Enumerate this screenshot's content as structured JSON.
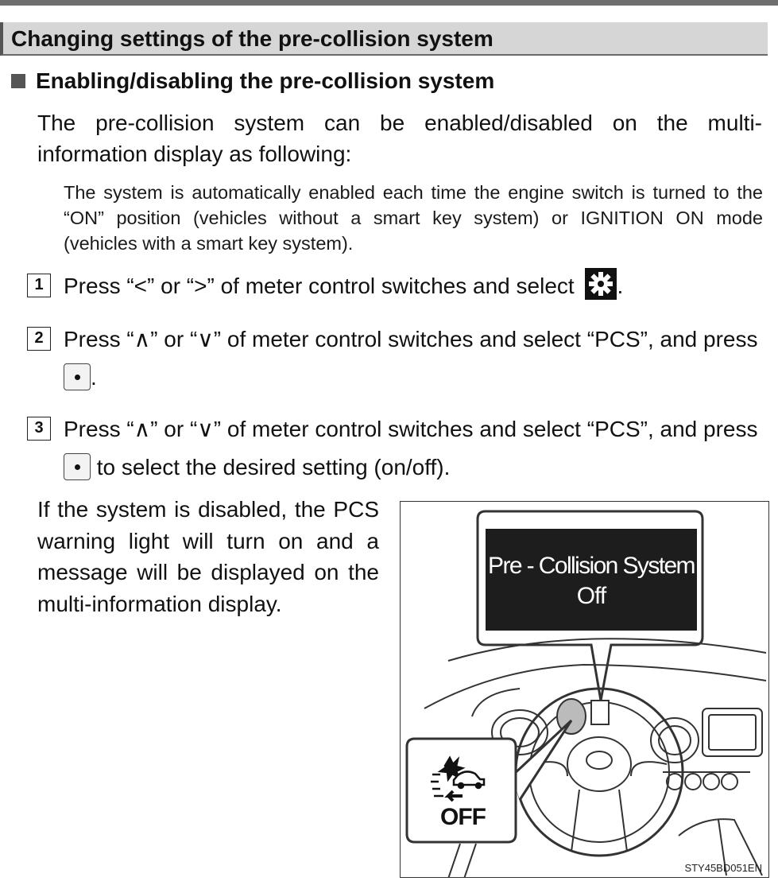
{
  "section": {
    "title": "Changing settings of the pre-collision system"
  },
  "subsection": {
    "title": "Enabling/disabling the pre-collision system"
  },
  "intro": "The pre-collision system can be enabled/disabled on the multi-information display as following:",
  "note": "The system is automatically enabled each time the engine switch is turned to the “ON” position (vehicles without a smart key system) or IGNITION ON mode (vehicles with a smart key system).",
  "steps": [
    {
      "num": "1",
      "text": "Press “<” or “>” of meter control switches and select",
      "end": "."
    },
    {
      "num": "2",
      "text": "Press “∧” or “∨” of meter control switches and select “PCS”, and press",
      "end": "."
    },
    {
      "num": "3",
      "text": "Press “∧” or “∨” of meter control switches and select “PCS”, and press",
      "end": " to select the desired setting (on/off)."
    }
  ],
  "step_icons": [
    "settings-gear-icon",
    "ok-button-icon"
  ],
  "disabled_text": "If the system is disabled, the PCS warning light will turn on and a message will be displayed on the multi-information display.",
  "figure": {
    "display_line1": "Pre - Collision System",
    "display_line2": "Off",
    "warning_label": "OFF",
    "code": "STY45BD051EN"
  }
}
